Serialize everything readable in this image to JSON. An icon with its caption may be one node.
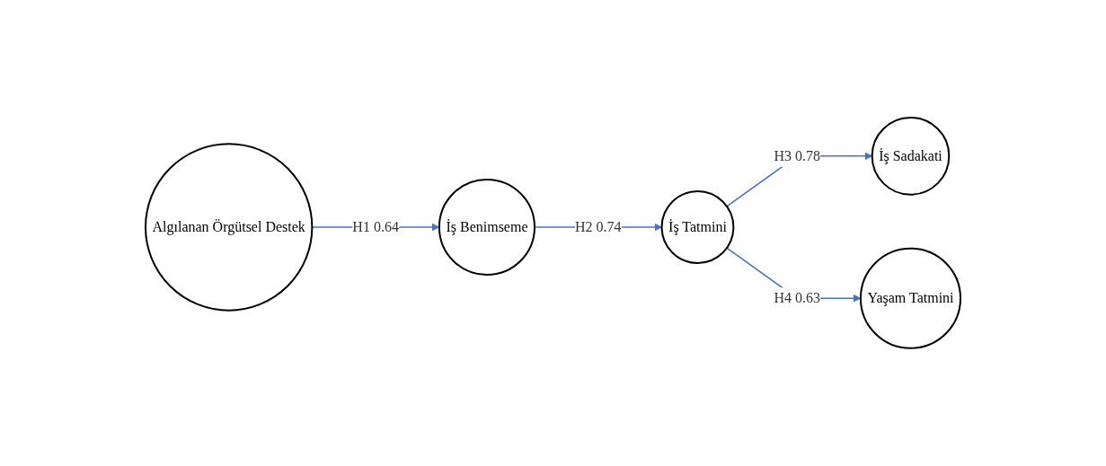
{
  "diagram": {
    "nodes": [
      {
        "text": [
          "Algılanan Örgütsel Destek"
        ]
      },
      {
        "text": [
          "İş Benimseme"
        ]
      },
      {
        "text": [
          "İş Tatmini"
        ]
      },
      {
        "text": [
          "İş Sadakati"
        ]
      },
      {
        "text": [
          "Yaşam Tatmini"
        ]
      }
    ],
    "edges": [
      {
        "from": 0,
        "to": 1,
        "arrow": "to",
        "label": "H1 0.64"
      },
      {
        "from": 1,
        "to": 2,
        "arrow": "to",
        "label": "H2 0.74"
      },
      {
        "from": 2,
        "to": 3,
        "arrow": "to",
        "label": "H3 0.78"
      },
      {
        "from": 2,
        "to": 4,
        "arrow": "to",
        "label": "H4 0.63"
      }
    ]
  }
}
